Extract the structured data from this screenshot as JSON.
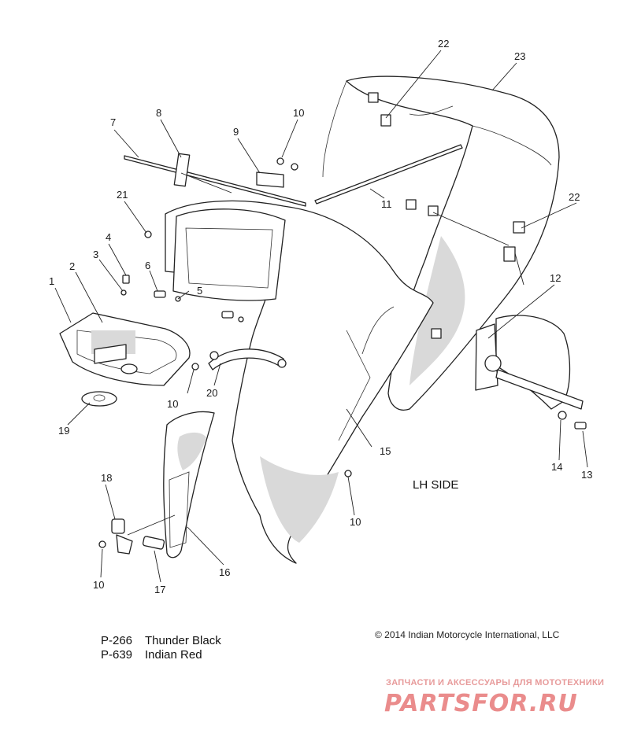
{
  "callouts": {
    "c1": "1",
    "c2": "2",
    "c3": "3",
    "c4": "4",
    "c5": "5",
    "c6": "6",
    "c7": "7",
    "c8": "8",
    "c9": "9",
    "c10a": "10",
    "c10b": "10",
    "c10c": "10",
    "c10d": "10",
    "c11": "11",
    "c12": "12",
    "c13": "13",
    "c14": "14",
    "c15": "15",
    "c16": "16",
    "c17": "17",
    "c18": "18",
    "c19": "19",
    "c20": "20",
    "c21": "21",
    "c22a": "22",
    "c22b": "22",
    "c23": "23"
  },
  "side_label": "LH SIDE",
  "color_options": [
    {
      "code": "P-266",
      "name": "Thunder Black"
    },
    {
      "code": "P-639",
      "name": "Indian Red"
    }
  ],
  "copyright": "© 2014 Indian Motorcycle International, LLC",
  "watermark": {
    "tagline": "ЗАПЧАСТИ И АКСЕССУАРЫ ДЛЯ МОТОТЕХНИКИ",
    "logo": "PARTSFOR.RU"
  }
}
